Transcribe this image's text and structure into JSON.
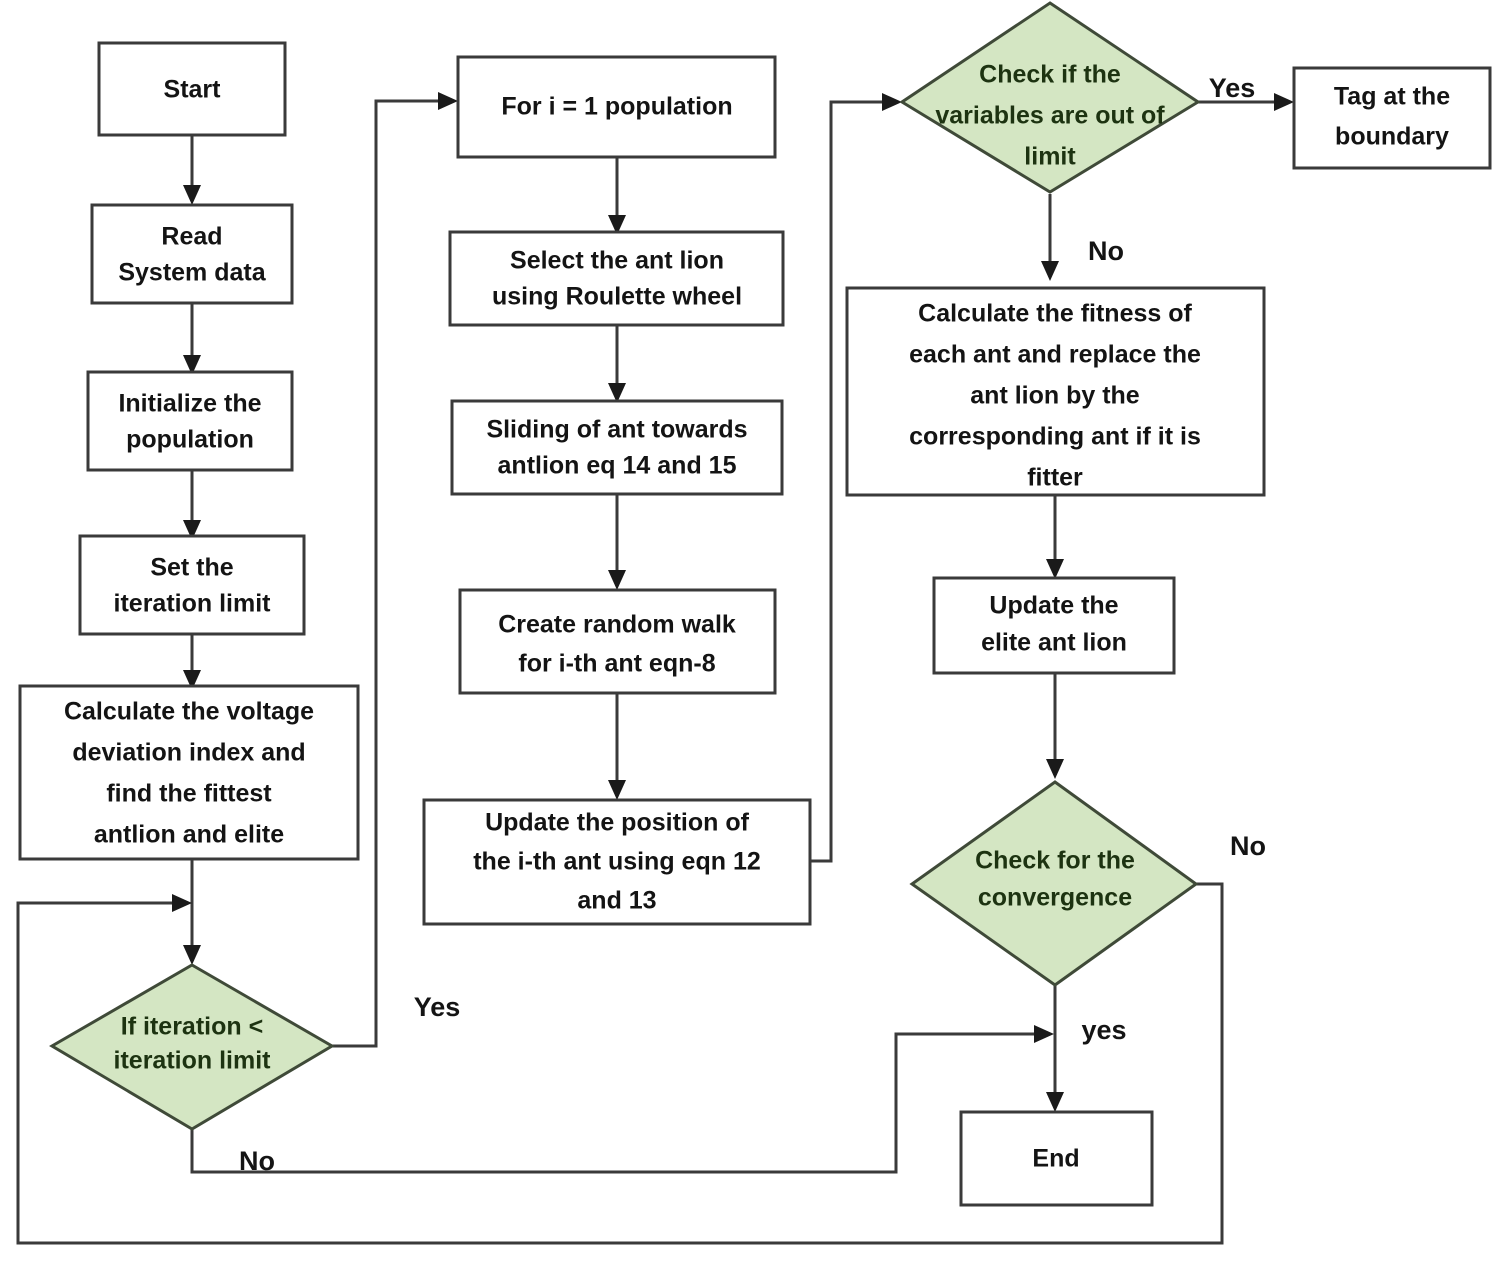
{
  "diagram": {
    "type": "flowchart",
    "title": "Ant Lion Optimizer flowchart",
    "colors": {
      "decision_fill": "#d4e6c3",
      "decision_stroke": "#3f4a38",
      "process_fill": "#ffffff",
      "process_stroke": "#3a3a3a",
      "text": "#141414",
      "decision_text": "#1d3311",
      "background": "#ffffff"
    },
    "nodes": [
      {
        "id": "start",
        "shape": "process",
        "lines": [
          "Start"
        ]
      },
      {
        "id": "read_data",
        "shape": "process",
        "lines": [
          "Read",
          "System data"
        ]
      },
      {
        "id": "init_population",
        "shape": "process",
        "lines": [
          "Initialize the",
          "population"
        ]
      },
      {
        "id": "set_iter_limit",
        "shape": "process",
        "lines": [
          "Set the",
          "iteration limit"
        ]
      },
      {
        "id": "calc_vdi",
        "shape": "process",
        "lines": [
          "Calculate the voltage",
          "deviation index and",
          "find the fittest",
          "antlion and elite"
        ]
      },
      {
        "id": "if_iteration",
        "shape": "decision",
        "lines": [
          "If iteration <",
          "iteration limit"
        ]
      },
      {
        "id": "for_loop",
        "shape": "process",
        "lines": [
          "For i = 1 population"
        ]
      },
      {
        "id": "select_antlion",
        "shape": "process",
        "lines": [
          "Select the ant lion",
          "using Roulette wheel"
        ]
      },
      {
        "id": "sliding",
        "shape": "process",
        "lines": [
          "Sliding of ant towards",
          "antlion eq 14 and 15"
        ]
      },
      {
        "id": "random_walk",
        "shape": "process",
        "lines": [
          "Create random walk",
          "for i-th ant eqn-8"
        ]
      },
      {
        "id": "update_position",
        "shape": "process",
        "lines": [
          "Update the position of",
          "the i-th ant using eqn 12",
          "and 13"
        ]
      },
      {
        "id": "check_limits",
        "shape": "decision",
        "lines": [
          "Check if the",
          "variables are out of",
          "limit"
        ]
      },
      {
        "id": "tag_boundary",
        "shape": "process",
        "lines": [
          "Tag at the",
          "boundary"
        ]
      },
      {
        "id": "calc_fitness",
        "shape": "process",
        "lines": [
          "Calculate the fitness of",
          "each ant and replace the",
          "ant lion by the",
          "corresponding ant if it is",
          "fitter"
        ]
      },
      {
        "id": "update_elite",
        "shape": "process",
        "lines": [
          "Update the",
          "elite ant lion"
        ]
      },
      {
        "id": "check_converge",
        "shape": "decision",
        "lines": [
          "Check for the",
          "convergence"
        ]
      },
      {
        "id": "end",
        "shape": "process",
        "lines": [
          "End"
        ]
      }
    ],
    "edge_labels": [
      {
        "id": "iteration_yes",
        "text": "Yes"
      },
      {
        "id": "iteration_no",
        "text": "No"
      },
      {
        "id": "limits_yes",
        "text": "Yes"
      },
      {
        "id": "limits_no",
        "text": "No"
      },
      {
        "id": "converge_no",
        "text": "No"
      },
      {
        "id": "converge_yes",
        "text": "yes"
      }
    ],
    "edges": [
      {
        "from": "start",
        "to": "read_data"
      },
      {
        "from": "read_data",
        "to": "init_population"
      },
      {
        "from": "init_population",
        "to": "set_iter_limit"
      },
      {
        "from": "set_iter_limit",
        "to": "calc_vdi"
      },
      {
        "from": "calc_vdi",
        "to": "if_iteration"
      },
      {
        "from": "if_iteration",
        "to": "for_loop",
        "label": "Yes"
      },
      {
        "from": "if_iteration",
        "to": "check_converge",
        "label": "No"
      },
      {
        "from": "for_loop",
        "to": "select_antlion"
      },
      {
        "from": "select_antlion",
        "to": "sliding"
      },
      {
        "from": "sliding",
        "to": "random_walk"
      },
      {
        "from": "random_walk",
        "to": "update_position"
      },
      {
        "from": "update_position",
        "to": "check_limits"
      },
      {
        "from": "check_limits",
        "to": "tag_boundary",
        "label": "Yes"
      },
      {
        "from": "check_limits",
        "to": "calc_fitness",
        "label": "No"
      },
      {
        "from": "calc_fitness",
        "to": "update_elite"
      },
      {
        "from": "update_elite",
        "to": "check_converge"
      },
      {
        "from": "check_converge",
        "to": "end",
        "label": "yes"
      },
      {
        "from": "check_converge",
        "to": "if_iteration",
        "label": "No"
      }
    ]
  }
}
